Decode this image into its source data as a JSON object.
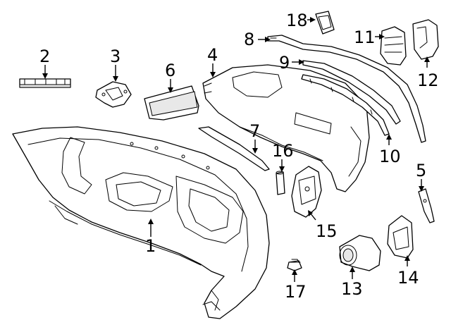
{
  "callouts": [
    {
      "id": "1",
      "label": "1"
    },
    {
      "id": "2",
      "label": "2"
    },
    {
      "id": "3",
      "label": "3"
    },
    {
      "id": "4",
      "label": "4"
    },
    {
      "id": "5",
      "label": "5"
    },
    {
      "id": "6",
      "label": "6"
    },
    {
      "id": "7",
      "label": "7"
    },
    {
      "id": "8",
      "label": "8"
    },
    {
      "id": "9",
      "label": "9"
    },
    {
      "id": "10",
      "label": "10"
    },
    {
      "id": "11",
      "label": "11"
    },
    {
      "id": "12",
      "label": "12"
    },
    {
      "id": "13",
      "label": "13"
    },
    {
      "id": "14",
      "label": "14"
    },
    {
      "id": "15",
      "label": "15"
    },
    {
      "id": "16",
      "label": "16"
    },
    {
      "id": "17",
      "label": "17"
    },
    {
      "id": "18",
      "label": "18"
    }
  ],
  "colors": {
    "line": "#000000",
    "background": "#ffffff"
  }
}
